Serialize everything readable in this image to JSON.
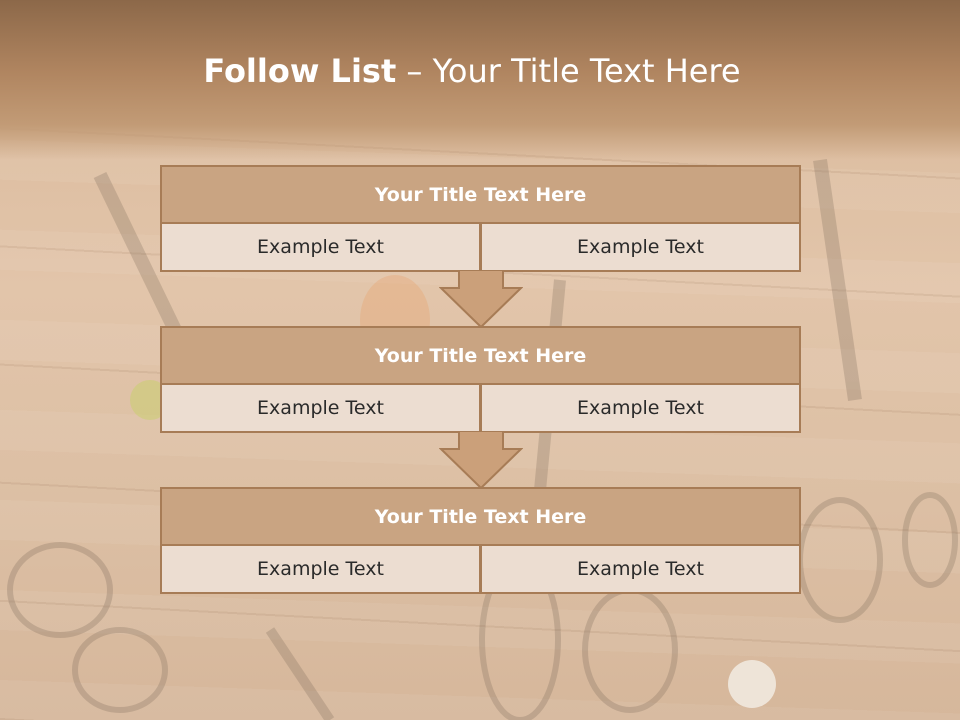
{
  "slide": {
    "title_strong": "Follow List",
    "title_rest": " – Your Title Text Here"
  },
  "blocks": [
    {
      "title": "Your Title Text Here",
      "left": "Example Text",
      "right": "Example Text"
    },
    {
      "title": "Your Title Text Here",
      "left": "Example Text",
      "right": "Example Text"
    },
    {
      "title": "Your Title Text Here",
      "left": "Example Text",
      "right": "Example Text"
    }
  ],
  "colors": {
    "header_fill": "#c9a482",
    "cell_fill": "#ecddd1",
    "border": "#a77c56",
    "arrow_fill": "#cba07a"
  }
}
